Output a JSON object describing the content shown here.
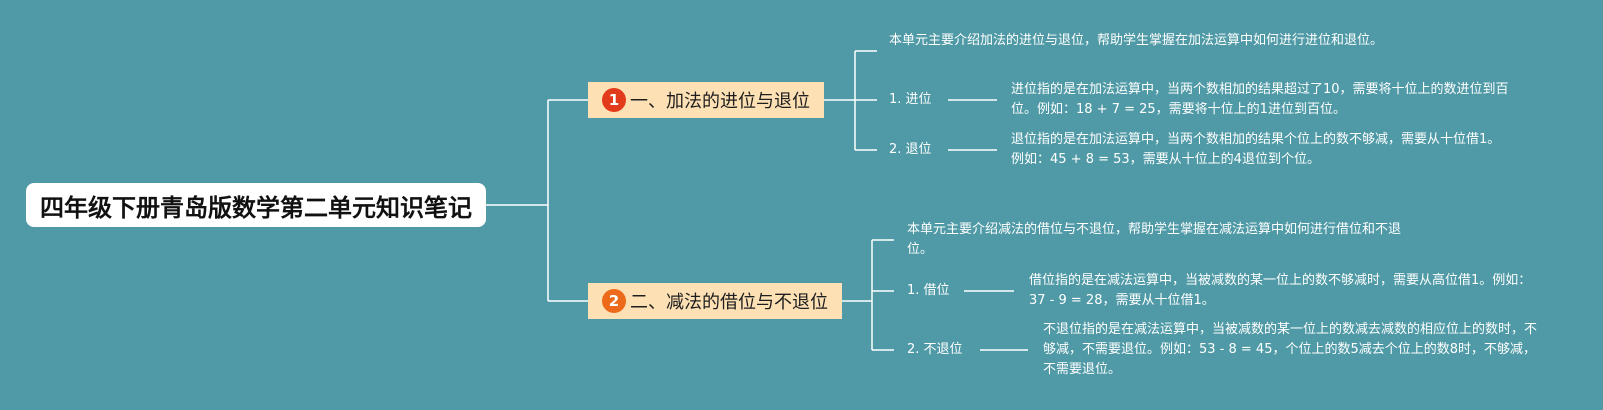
{
  "root": {
    "title": "四年级下册青岛版数学第二单元知识笔记"
  },
  "branches": [
    {
      "badge": "1",
      "badge_color": "#e23b1b",
      "title": "一、加法的进位与退位",
      "intro": "本单元主要介绍加法的进位与退位，帮助学生掌握在加法运算中如何进行进位和退位。",
      "children": [
        {
          "label": "1. 进位",
          "desc": "进位指的是在加法运算中，当两个数相加的结果超过了10，需要将十位上的数进位到百位。例如：18 + 7 = 25，需要将十位上的1进位到百位。"
        },
        {
          "label": "2. 退位",
          "desc": "退位指的是在加法运算中，当两个数相加的结果个位上的数不够减，需要从十位借1。例如：45 + 8 = 53，需要从十位上的4退位到个位。"
        }
      ]
    },
    {
      "badge": "2",
      "badge_color": "#ec6a1a",
      "title": "二、减法的借位与不退位",
      "intro": "本单元主要介绍减法的借位与不退位，帮助学生掌握在减法运算中如何进行借位和不退位。",
      "children": [
        {
          "label": "1. 借位",
          "desc": "借位指的是在减法运算中，当被减数的某一位上的数不够减时，需要从高位借1。例如：37 - 9 = 28，需要从十位借1。"
        },
        {
          "label": "2. 不退位",
          "desc": "不退位指的是在减法运算中，当被减数的某一位上的数减去减数的相应位上的数时，不够减，不需要退位。例如：53 - 8 = 45，个位上的数5减去个位上的数8时，不够减，不需要退位。"
        }
      ]
    }
  ]
}
